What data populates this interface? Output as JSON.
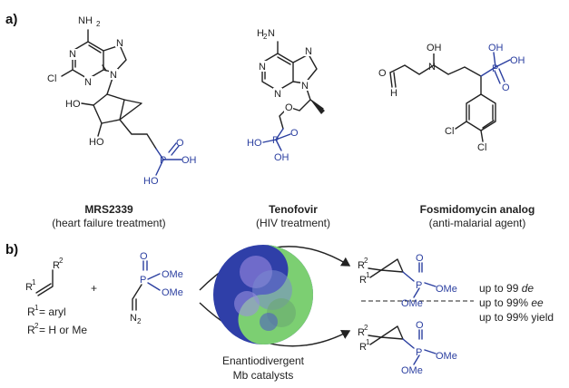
{
  "panel_a": {
    "label": "a)",
    "compounds": [
      {
        "name": "MRS2339",
        "desc": "(heart failure treatment)"
      },
      {
        "name": "Tenofovir",
        "desc": "(HIV treatment)"
      },
      {
        "name": "Fosmidomycin analog",
        "desc": "(anti-malarial agent)"
      }
    ],
    "atoms": {
      "NH2": "NH",
      "two": "2",
      "N": "N",
      "Cl": "Cl",
      "H2N": "H",
      "HO": "HO",
      "OH": "OH",
      "O": "O",
      "P": "P",
      "H": "H"
    }
  },
  "panel_b": {
    "label": "b)",
    "plus": "+",
    "alkene": {
      "r": "R",
      "sup2": "2",
      "sup1": "1",
      "def1": "R",
      "def1_rest": " = aryl",
      "def2": "R",
      "def2_rest": " = H or Me"
    },
    "diazo": {
      "P": "P",
      "O": "O",
      "OMe": "OMe",
      "N": "N",
      "sub2": "2"
    },
    "catalyst": {
      "line1": "Enantiodivergent",
      "line2": "Mb catalysts"
    },
    "results": [
      "up to 99 de",
      "up to 99% ee",
      "up to 99% yield"
    ],
    "results_parts": {
      "r1a": "up to 99 ",
      "r1b": "de",
      "r2a": "up to 99% ",
      "r2b": "ee",
      "r3": "up to 99% yield"
    },
    "colors": {
      "phosphonate": "#2b3fa0",
      "enzyme_blue": "#2f3fa8",
      "enzyme_green": "#7ccf72"
    }
  }
}
